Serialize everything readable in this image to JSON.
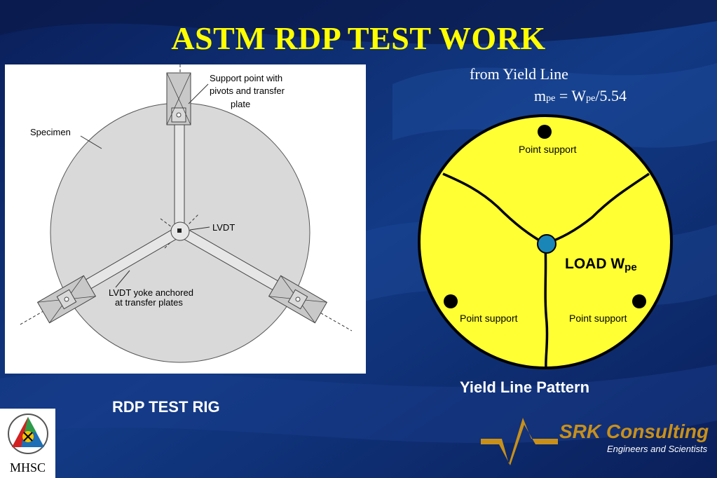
{
  "slide": {
    "title": "ASTM RDP TEST WORK",
    "colors": {
      "background": "#0d2a6e",
      "title": "#ffff00",
      "panel": "#ffffff",
      "yield_fill": "#ffff33",
      "center_point": "#1a86b8",
      "srk_gold": "#c8901a"
    }
  },
  "rig": {
    "caption": "RDP TEST RIG",
    "labels": {
      "support_1": "Support point with",
      "support_2": "pivots and transfer",
      "support_3": "plate",
      "specimen": "Specimen",
      "lvdt": "LVDT",
      "yoke_1": "LVDT yoke anchored",
      "yoke_2": "at transfer plates"
    }
  },
  "yield_line": {
    "from_text": "from Yield Line",
    "formula": {
      "m": "m",
      "pe1": "pe",
      "eq": " = W",
      "pe2": "pe",
      "div": "/5.54"
    },
    "point_support_top": "Point support",
    "point_support_left": "Point support",
    "point_support_right": "Point support",
    "load": "LOAD W",
    "load_sub": "pe",
    "caption": "Yield Line Pattern"
  },
  "logos": {
    "mhsc": "MHSC",
    "srk_name": "SRK Consulting",
    "srk_sub": "Engineers and Scientists"
  }
}
